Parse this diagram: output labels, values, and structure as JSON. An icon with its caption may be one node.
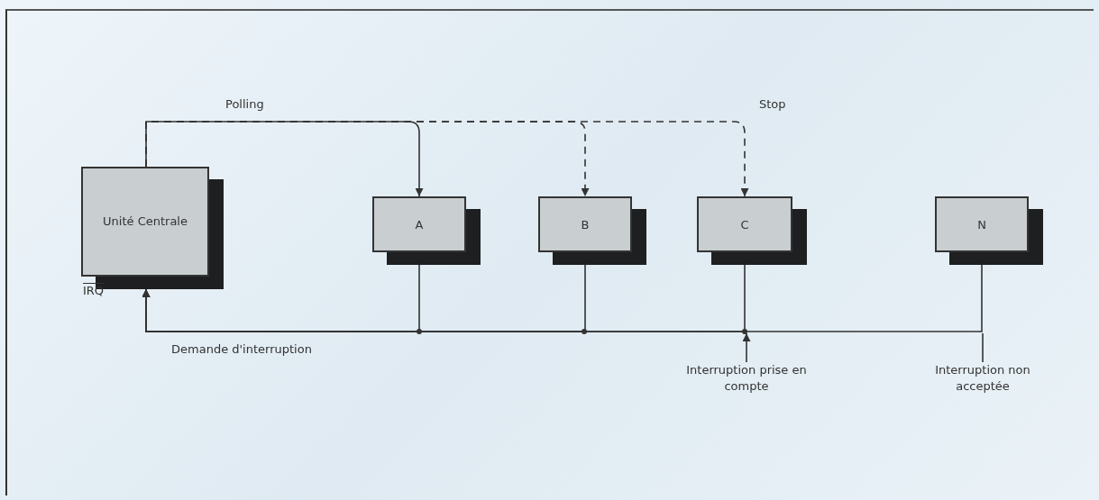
{
  "diagram": {
    "nodes": [
      {
        "text": [
          "Unité Centrale"
        ]
      },
      {
        "text": [
          "A"
        ]
      },
      {
        "text": [
          "B"
        ]
      },
      {
        "text": [
          "C"
        ]
      },
      {
        "text": [
          "N"
        ]
      },
      {
        "text": [
          "Interruption prise en compte"
        ]
      },
      {
        "text": [
          "Interruption non acceptée"
        ]
      }
    ],
    "edges": [
      {
        "from": 0,
        "to": 1,
        "arrow": "to",
        "label": "Polling"
      },
      {
        "from": 0,
        "to": 2,
        "arrow": "to",
        "style": "dashed"
      },
      {
        "from": 0,
        "to": 3,
        "arrow": "to",
        "style": "dashed",
        "label": "Stop"
      },
      {
        "from": 1,
        "to": 0,
        "arrow": "to",
        "label": "Demande d'interruption"
      },
      {
        "from": 2,
        "to": 0,
        "arrow": "to"
      },
      {
        "from": 3,
        "to": 0,
        "arrow": "to"
      },
      {
        "from": 4,
        "to": 0,
        "arrow": "to"
      },
      {
        "from": 5,
        "to": null,
        "arrow": "to"
      },
      {
        "from": 6,
        "to": null,
        "arrow": "none"
      }
    ],
    "labels": [
      "IRQ"
    ]
  }
}
